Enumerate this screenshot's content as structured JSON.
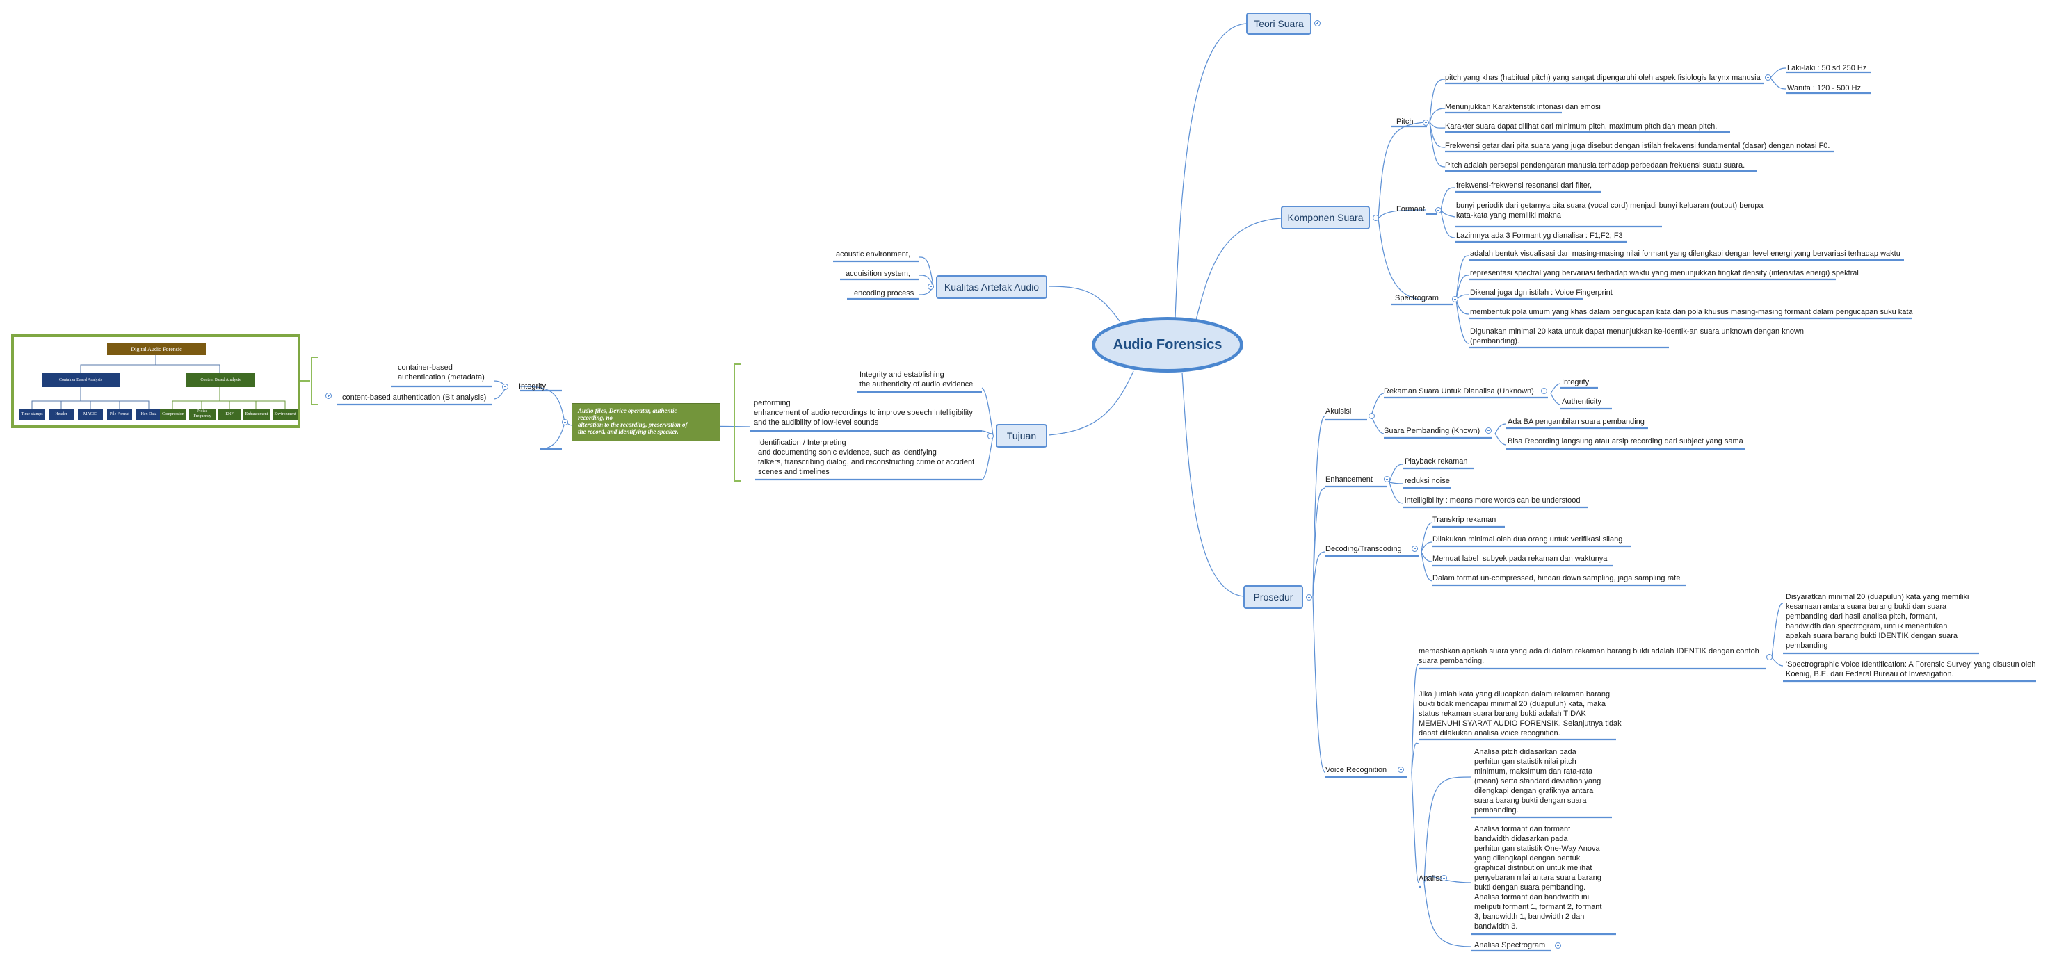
{
  "central": "Audio Forensics",
  "topics": {
    "teori": "Teori Suara",
    "komponen": "Komponen Suara",
    "kualitas": "Kualitas Artefak Audio",
    "tujuan": "Tujuan",
    "prosedur": "Prosedur"
  },
  "komponen": {
    "pitch": {
      "label": "Pitch",
      "items": [
        "pitch yang khas (habitual pitch) yang sangat dipengaruhi oleh aspek fisiologis larynx manusia",
        "Menunjukkan Karakteristik intonasi dan emosi",
        "Karakter suara dapat dilihat dari minimum pitch, maximum pitch dan mean pitch.",
        "Frekwensi getar dari pita suara yang juga disebut dengan istilah frekwensi fundamental (dasar) dengan notasi F0.",
        "Pitch adalah persepsi pendengaran manusia terhadap perbedaan frekuensi suatu suara."
      ],
      "habitual": [
        "Laki-laki : 50 sd 250 Hz",
        "Wanita : 120 - 500 Hz"
      ]
    },
    "formant": {
      "label": "Formant",
      "items": [
        "frekwensi-frekwensi resonansi dari filter,",
        "bunyi periodik dari getarnya pita suara (vocal cord) menjadi bunyi keluaran (output) berupa\nkata-kata yang memiliki makna",
        "Lazimnya ada 3 Formant yg dianalisa : F1;F2; F3"
      ]
    },
    "spectrogram": {
      "label": "Spectrogram",
      "items": [
        "adalah bentuk visualisasi dari masing-masing nilai formant yang dilengkapi dengan level energi yang bervariasi terhadap waktu",
        "representasi spectral yang bervariasi terhadap waktu yang menunjukkan tingkat density (intensitas energi) spektral",
        "Dikenal juga dgn istilah : Voice Fingerprint",
        "membentuk pola umum yang khas dalam pengucapan kata dan pola khusus masing-masing formant dalam pengucapan suku kata",
        "Digunakan minimal 20 kata untuk dapat menunjukkan ke-identik-an suara unknown dengan known\n(pembanding)."
      ]
    }
  },
  "kualitas": {
    "items": [
      "acoustic environment,",
      "acquisition system,",
      "encoding process"
    ]
  },
  "tujuan": {
    "items": [
      "Integrity and establishing\nthe authenticity of audio evidence",
      "performing\nenhancement of audio recordings to improve speech intelligibility\nand the audibility of low-level sounds",
      "Identification / Interpreting\nand documenting sonic evidence, such as identifying\ntalkers, transcribing dialog, and reconstructing crime or accident\nscenes and timelines"
    ],
    "integrity_note": "Audio files, Device operator, authentic\nrecording, no\nalteration to the recording, preservation of\nthe record, and identifying the speaker.",
    "integrity_label": "Integrity",
    "auth": [
      "container-based\nauthentication (metadata)",
      "content-based authentication (Bit analysis)"
    ]
  },
  "prosedur": {
    "akuisisi": {
      "label": "Akuisisi",
      "unknown": "Rekaman Suara Untuk Dianalisa (Unknown)",
      "unknown_items": [
        "Integrity",
        "Authenticity"
      ],
      "known": "Suara Pembanding (Known)",
      "known_items": [
        "Ada BA pengambilan suara pembanding",
        "Bisa Recording langsung atau arsip recording dari subject yang sama"
      ]
    },
    "enhancement": {
      "label": "Enhancement",
      "items": [
        "Playback rekaman",
        "reduksi noise",
        "intelligibility : means more words can be understood"
      ]
    },
    "decoding": {
      "label": "Decoding/Transcoding",
      "items": [
        "Transkrip rekaman",
        "Dilakukan minimal oleh dua orang untuk verifikasi silang",
        "Memuat label  subyek pada rekaman dan waktunya",
        "Dalam format un-compressed, hindari down sampling, jaga sampling rate"
      ]
    },
    "voice": {
      "label": "Voice Recognition",
      "identik": "memastikan apakah suara yang ada di dalam rekaman barang bukti adalah IDENTIK dengan contoh\nsuara pembanding.",
      "identik_items": [
        "Disyaratkan minimal 20 (duapuluh) kata yang memiliki\nkesamaan antara suara barang bukti dan suara\npembanding dari hasil analisa pitch, formant,\nbandwidth dan spectrogram, untuk menentukan\napakah suara barang bukti IDENTIK dengan suara\npembanding",
        "'Spectrographic Voice Identification: A Forensic Survey' yang disusun oleh\nKoenig, B.E. dari Federal Bureau of Investigation."
      ],
      "jika": "Jika jumlah kata yang diucapkan dalam rekaman barang\nbukti tidak mencapai minimal 20 (duapuluh) kata, maka\nstatus rekaman suara barang bukti adalah TIDAK\nMEMENUHI SYARAT AUDIO FORENSIK. Selanjutnya tidak\ndapat dilakukan analisa voice recognition.",
      "analisa_label": "Analisa",
      "analisa_items": [
        "Analisa pitch didasarkan pada\nperhitungan statistik nilai pitch\nminimum, maksimum dan rata-rata\n(mean) serta standard deviation yang\ndilengkapi dengan grafiknya antara\nsuara barang bukti dengan suara\npembanding.",
        "Analisa formant dan formant\nbandwidth didasarkan pada\nperhitungan statistik One-Way Anova\nyang dilengkapi dengan bentuk\ngraphical distribution untuk melihat\npenyebaran nilai antara suara barang\nbukti dengan suara pembanding.\nAnalisa formant dan bandwidth ini\nmeliputi formant 1, formant 2, formant\n3, bandwidth 1, bandwidth 2 dan\nbandwidth 3.",
        "Analisa Spectrogram"
      ]
    }
  },
  "image": {
    "title": "Digital Audio Forensic",
    "container": "Container Based Analysis",
    "content": "Content Based Analysis",
    "container_items": [
      "Time-stamps",
      "Header",
      "MAGIC",
      "File Format",
      "Hex Data"
    ],
    "content_items": [
      "Compression",
      "Noise\nFrequency",
      "ENF",
      "Enhancement",
      "Environment"
    ]
  }
}
